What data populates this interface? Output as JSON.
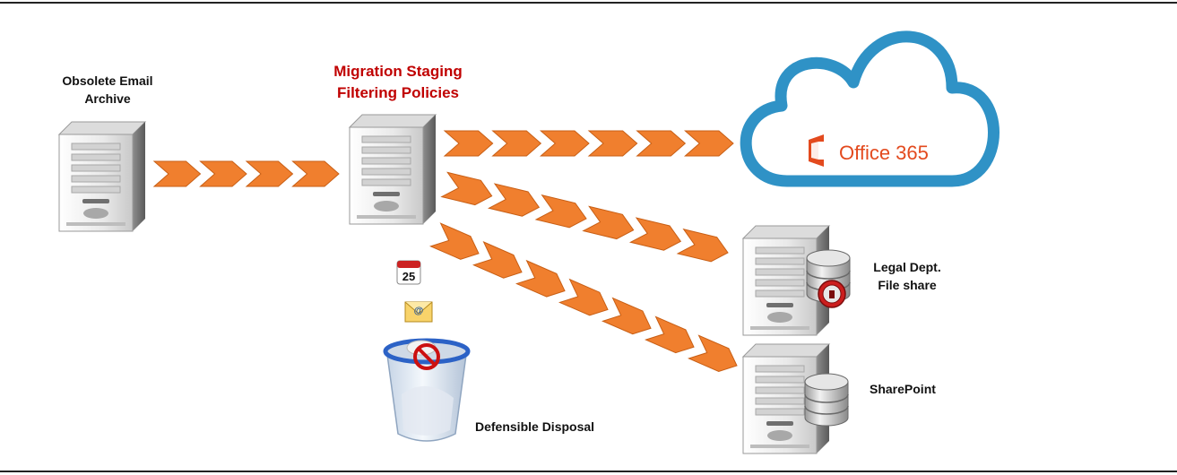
{
  "labels": {
    "source": "Obsolete Email\nArchive",
    "staging": "Migration Staging\nFiltering Policies",
    "legal": "Legal Dept.\nFile share",
    "sharepoint": "SharePoint",
    "disposal": "Defensible Disposal",
    "office365": "Office 365",
    "calendar_day": "25"
  },
  "nodes": {
    "source_server": "server-icon",
    "staging_server": "server-icon",
    "cloud": "cloud-icon",
    "legal_server": "server-icon",
    "legal_db": "locked-database-icon",
    "sharepoint_server": "server-icon",
    "sharepoint_db": "database-icon",
    "calendar": "calendar-icon",
    "email": "email-envelope-icon",
    "trash": "recycle-bin-icon",
    "prohibited": "prohibited-icon"
  },
  "flows": [
    {
      "from": "Obsolete Email Archive",
      "to": "Migration Staging"
    },
    {
      "from": "Migration Staging",
      "to": "Office 365"
    },
    {
      "from": "Migration Staging",
      "to": "Legal Dept. File share"
    },
    {
      "from": "Migration Staging",
      "to": "SharePoint"
    }
  ],
  "colors": {
    "arrow": "#f07f2e",
    "arrow_edge": "#c85f15",
    "cloud": "#2f92c6",
    "staging_label": "#c00000",
    "office365": "#e34a1e",
    "rule": "#222222"
  }
}
